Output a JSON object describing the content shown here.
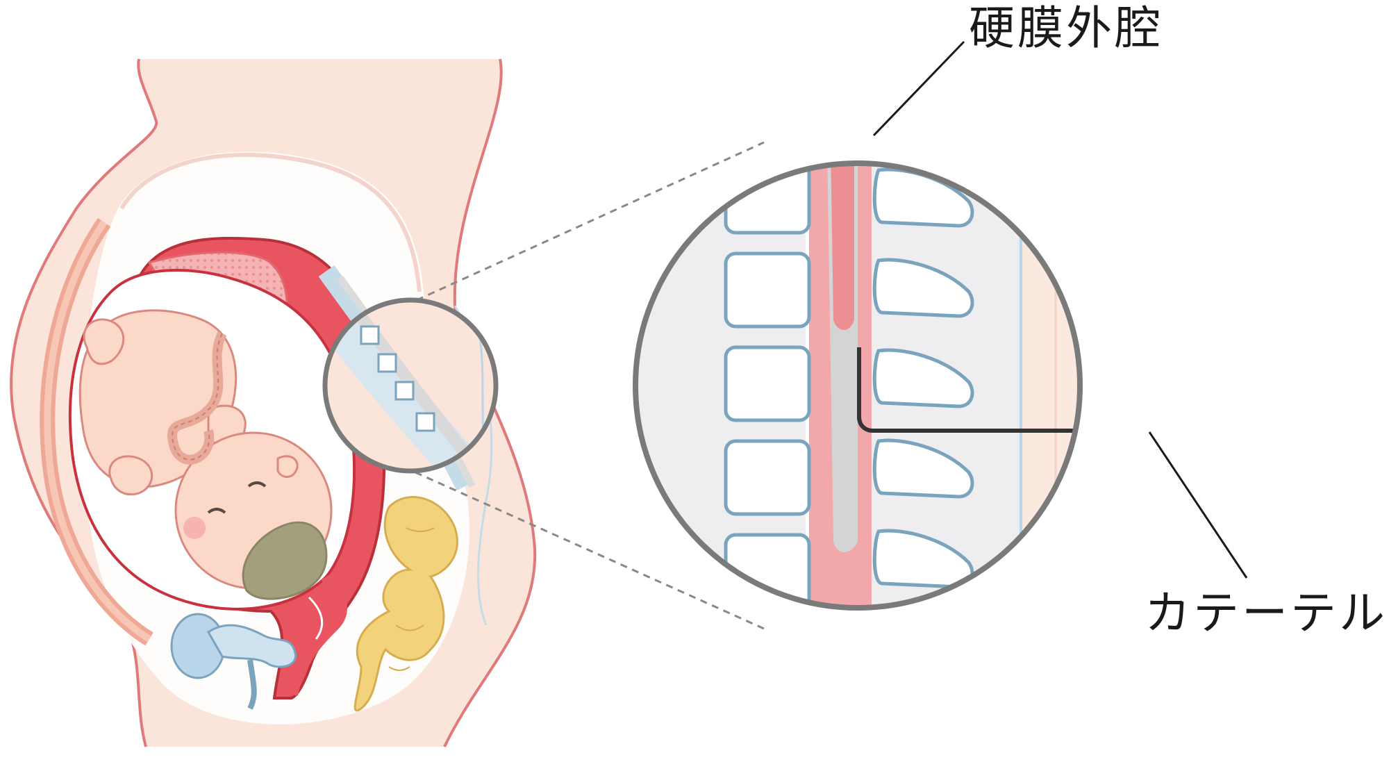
{
  "labels": {
    "epidural_space": "硬膜外腔",
    "catheter": "カテーテル"
  },
  "colors": {
    "skin": "#fbe5da",
    "skin_outline": "#e07a7a",
    "uterus_wall": "#e8545f",
    "uterus_dark": "#c8323e",
    "placenta": "#f08d95",
    "fetus_skin": "#fbd8c8",
    "fetus_outline": "#d9897f",
    "hair": "#a39e7c",
    "intestine": "#f2d27a",
    "bladder": "#b9d5ea",
    "spine_blue": "#7aa3be",
    "dura_pink": "#f2a8aa",
    "magnifier_ring": "#7a7a7a",
    "catheter_line": "#333333"
  },
  "icons": {
    "magnifier": "magnifier-circle",
    "zoom_guides": "dashed-zoom-lines"
  }
}
